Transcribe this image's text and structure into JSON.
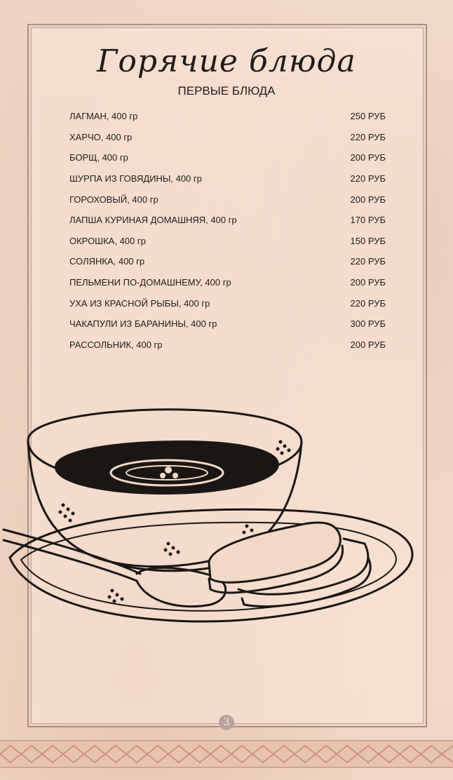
{
  "header": {
    "title": "Горячие блюда",
    "subtitle": "ПЕРВЫЕ БЛЮДА"
  },
  "menu": {
    "items": [
      {
        "name": "ЛАГМАН, 400 гр",
        "price": "250 РУБ"
      },
      {
        "name": "ХАРЧО, 400 гр",
        "price": "220 РУБ"
      },
      {
        "name": "БОРЩ, 400 гр",
        "price": "200 РУБ"
      },
      {
        "name": "ШУРПА ИЗ ГОВЯДИНЫ, 400 гр",
        "price": "220 РУБ"
      },
      {
        "name": "ГОРОХОВЫЙ, 400 гр",
        "price": "200 РУБ"
      },
      {
        "name": "ЛАПША КУРИНАЯ ДОМАШНЯЯ, 400 гр",
        "price": "170 РУБ"
      },
      {
        "name": "ОКРОШКА, 400 гр",
        "price": "150 РУБ"
      },
      {
        "name": "СОЛЯНКА, 400 гр",
        "price": "220 РУБ"
      },
      {
        "name": "ПЕЛЬМЕНИ ПО-ДОМАШНЕМУ, 400 гр",
        "price": "200 РУБ"
      },
      {
        "name": "УХА ИЗ КРАСНОЙ РЫБЫ, 400 гр",
        "price": "220 РУБ"
      },
      {
        "name": "ЧАКАПУЛИ ИЗ БАРАНИНЫ, 400 гр",
        "price": "300 РУБ"
      },
      {
        "name": "РАССОЛЬНИК, 400 гр",
        "price": "200 РУБ"
      }
    ]
  },
  "illustration": {
    "icon": "soup-bowl-icon"
  },
  "footer": {
    "page_number": "3"
  }
}
